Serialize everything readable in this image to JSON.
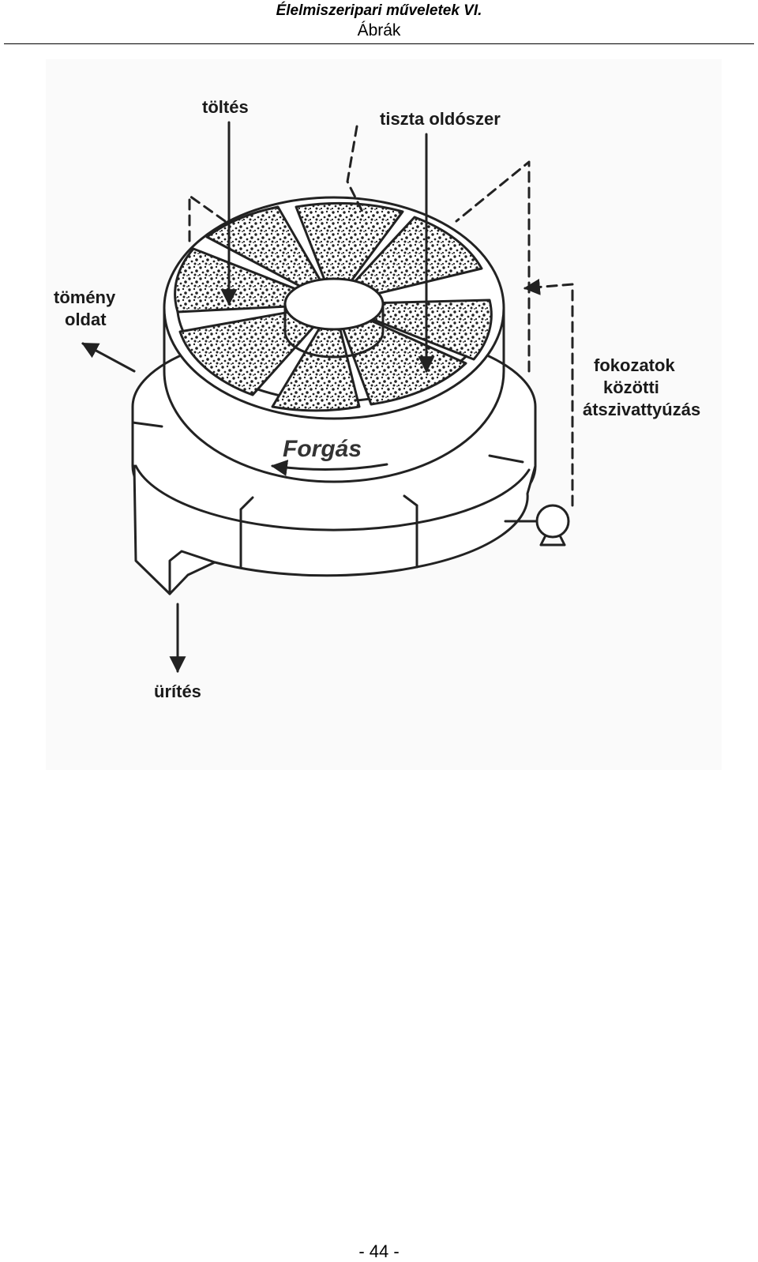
{
  "header": {
    "title": "Élelmiszeripari műveletek VI.",
    "subtitle": "Ábrák"
  },
  "figure": {
    "labels": {
      "tooltes": "töltés",
      "tiszta": "tiszta oldószer",
      "tomeny_1": "tömény",
      "tomeny_2": "oldat",
      "fok_1": "fokozatok",
      "fok_2": "közötti",
      "fok_3": "átszivattyúzás",
      "urites": "ürítés",
      "forgas": "Forgás"
    }
  },
  "footer": {
    "page": "- 44 -"
  }
}
